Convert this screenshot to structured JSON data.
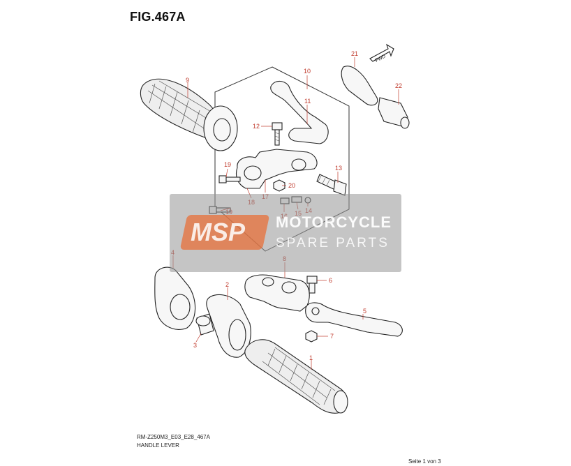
{
  "figure_title": "FIG.467A",
  "footer": {
    "code": "RM-Z250M3_E03_E28_467A",
    "name": "HANDLE LEVER",
    "page": "Seite 1 von 3"
  },
  "watermark": {
    "logo": "MSP",
    "line1": "MOTORCYCLE",
    "line2": "SPARE PARTS"
  },
  "fwd_label": "FWD",
  "callouts": [
    "1",
    "2",
    "3",
    "4",
    "5",
    "6",
    "7",
    "8",
    "9",
    "10",
    "11",
    "12",
    "13",
    "14",
    "15",
    "16",
    "17",
    "18",
    "19",
    "19",
    "20",
    "21",
    "22"
  ],
  "colors": {
    "callout": "#c0392b",
    "line": "#222222",
    "logo": "#e76f38"
  }
}
